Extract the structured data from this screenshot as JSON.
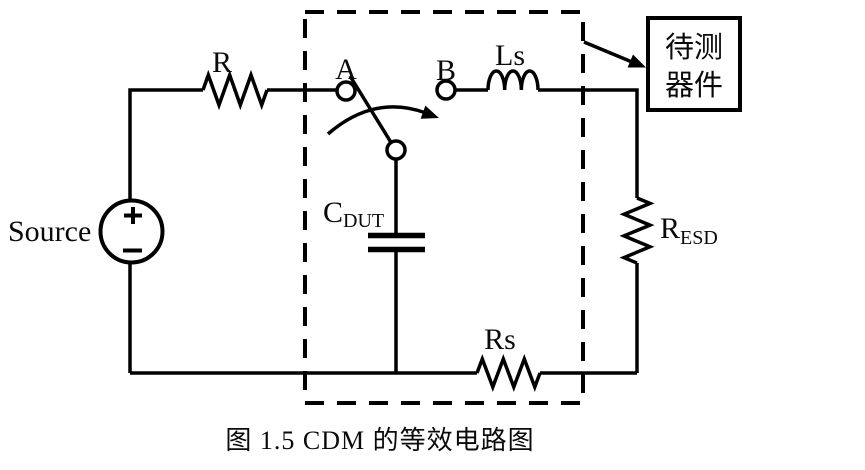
{
  "figure": {
    "caption": "图 1.5 CDM 的等效电路图"
  },
  "labels": {
    "source": "Source",
    "resistor_r": "R",
    "terminal_a": "A",
    "terminal_b": "B",
    "inductor_ls": "Ls",
    "capacitor_base": "C",
    "capacitor_sub": "DUT",
    "resistor_esd_base": "R",
    "resistor_esd_sub": "ESD",
    "resistor_rs": "Rs",
    "dut_box_line1": "待测",
    "dut_box_line2": "器件",
    "source_polarity_top": "+",
    "source_polarity_bottom": "−"
  },
  "colors": {
    "line": "#000000",
    "background": "#ffffff",
    "text": "#0a0a0a"
  }
}
